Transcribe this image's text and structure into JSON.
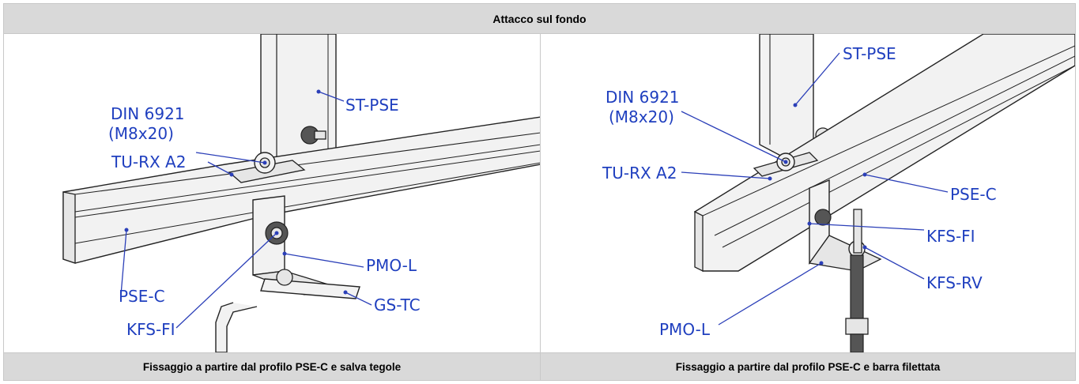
{
  "header": {
    "title": "Attacco sul fondo"
  },
  "left_figure": {
    "labels": {
      "din": "DIN 6921",
      "din_size": "(M8x20)",
      "st": "ST-PSE",
      "turx": "TU-RX A2",
      "psec": "PSE-C",
      "pmo": "PMO-L",
      "kfsfi": "KFS-FI",
      "gstc": "GS-TC"
    },
    "caption": "Fissaggio a partire dal profilo PSE-C e salva tegole"
  },
  "right_figure": {
    "labels": {
      "din": "DIN 6921",
      "din_size": "(M8x20)",
      "st": "ST-PSE",
      "turx": "TU-RX A2",
      "psec": "PSE-C",
      "kfsfi": "KFS-FI",
      "kfsrv": "KFS-RV",
      "pmo": "PMO-L"
    },
    "caption": "Fissaggio a partire dal profilo PSE-C e barra filettata"
  },
  "colors": {
    "label_blue": "#1f3fbf",
    "header_gray": "#d9d9d9"
  }
}
